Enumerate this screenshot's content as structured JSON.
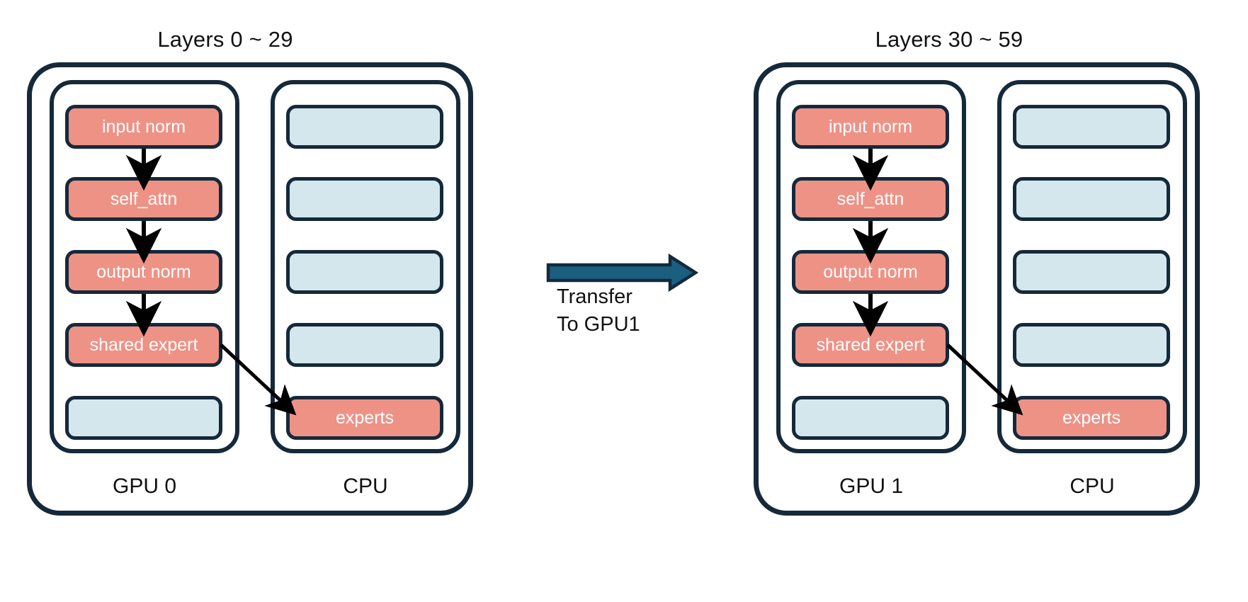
{
  "diagram": {
    "title_left": "Layers 0 ~ 29",
    "title_right": "Layers 30 ~ 59",
    "colors": {
      "active_block": "#EE9286",
      "inactive_block": "#D3E7ED",
      "border": "#15293A",
      "transfer_arrow": "#1A5E80",
      "flow_arrow": "#000000",
      "background": "#FFFFFF"
    },
    "transfer": {
      "line1": "Transfer",
      "line2": "To GPU1",
      "arrow_icon": "right-arrow-icon"
    },
    "panels": [
      {
        "id": "panel-left",
        "title": "Layers 0 ~ 29",
        "columns": [
          {
            "id": "gpu0",
            "label": "GPU 0",
            "cells": [
              {
                "label": "input norm",
                "kind": "active"
              },
              {
                "label": "self_attn",
                "kind": "active"
              },
              {
                "label": "output norm",
                "kind": "active"
              },
              {
                "label": "shared expert",
                "kind": "active"
              },
              {
                "label": "",
                "kind": "inactive"
              }
            ]
          },
          {
            "id": "cpu-left",
            "label": "CPU",
            "cells": [
              {
                "label": "",
                "kind": "inactive"
              },
              {
                "label": "",
                "kind": "inactive"
              },
              {
                "label": "",
                "kind": "inactive"
              },
              {
                "label": "",
                "kind": "inactive"
              },
              {
                "label": "experts",
                "kind": "active"
              }
            ]
          }
        ]
      },
      {
        "id": "panel-right",
        "title": "Layers 30 ~ 59",
        "columns": [
          {
            "id": "gpu1",
            "label": "GPU 1",
            "cells": [
              {
                "label": "input norm",
                "kind": "active"
              },
              {
                "label": "self_attn",
                "kind": "active"
              },
              {
                "label": "output norm",
                "kind": "active"
              },
              {
                "label": "shared expert",
                "kind": "active"
              },
              {
                "label": "",
                "kind": "inactive"
              }
            ]
          },
          {
            "id": "cpu-right",
            "label": "CPU",
            "cells": [
              {
                "label": "",
                "kind": "inactive"
              },
              {
                "label": "",
                "kind": "inactive"
              },
              {
                "label": "",
                "kind": "inactive"
              },
              {
                "label": "",
                "kind": "inactive"
              },
              {
                "label": "experts",
                "kind": "active"
              }
            ]
          }
        ]
      }
    ]
  }
}
